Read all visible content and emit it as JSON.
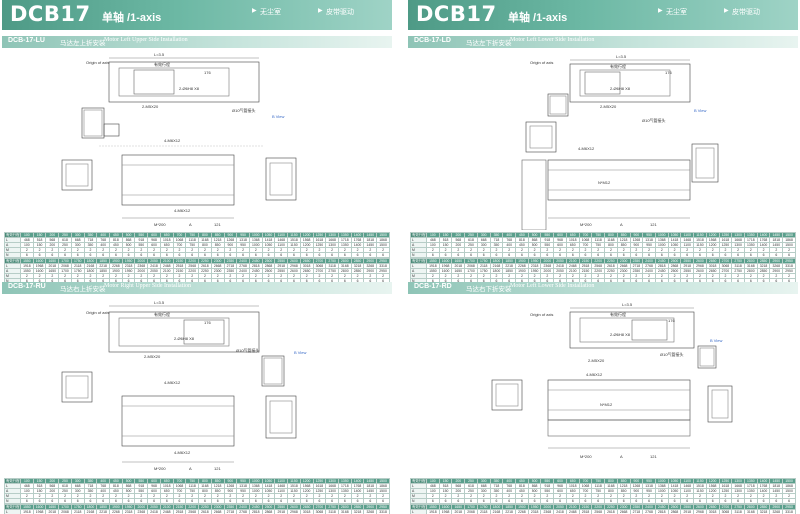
{
  "pages": [
    {
      "banner": {
        "model": "DCB17",
        "axis": "单轴 /1-axis",
        "tag1": "无尘室",
        "tag2": "皮带驱动"
      },
      "sections": [
        {
          "code": "DCB-17-LU",
          "cn": "马达左上折安装",
          "en": "Motor Left Upper Side Installation",
          "labels": {
            "origin": "Origin of axis",
            "stroke": "有效行程",
            "l": "L=3.5",
            "dim176": "176",
            "hole": "2-Ø6H8 X8",
            "motor": "2-M5X20",
            "air": "Ø10气管接头",
            "bview": "B View",
            "mp": "M*200",
            "dimA": "A",
            "dim121": "121",
            "dim1": "4-M6X12",
            "dim2": "4-M6X12"
          }
        },
        {
          "code": "DCB-17-RU",
          "cn": "马达右上折安装",
          "en": "Motor Right Upper Side Installation",
          "labels": {
            "origin": "Origin of axis",
            "stroke": "有效行程",
            "l": "L=3.5",
            "dim176": "176",
            "hole": "2-Ø6H8 X8",
            "motor": "2-M5X20",
            "air": "Ø10气管接头",
            "bview": "B View",
            "mp": "M*200",
            "dimA": "A",
            "dim121": "121",
            "dim1": "4-M6X12",
            "dim2": "4-M6X12"
          }
        }
      ]
    },
    {
      "banner": {
        "model": "DCB17",
        "axis": "单轴 /1-axis",
        "tag1": "无尘室",
        "tag2": "皮带驱动"
      },
      "sections": [
        {
          "code": "DCB-17-LD",
          "cn": "马达左下折安装",
          "en": "Motor Left Lower Side Installation",
          "labels": {
            "origin": "Origin of axis",
            "stroke": "有效行程",
            "l": "L=3.5",
            "dim176": "176",
            "hole": "2-Ø6H8 X8",
            "motor": "2-M5X20",
            "air": "Ø10气管接头",
            "bview": "B View",
            "mp": "N*M12",
            "dimA": "A",
            "dim121": "121",
            "dim1": "4-M6X12",
            "dim2": "M*200"
          }
        },
        {
          "code": "DCB-17-RD",
          "cn": "马达右下折安装",
          "en": "Motor Left Lower Side Installation",
          "labels": {
            "origin": "Origin of axis",
            "stroke": "有效行程",
            "l": "L=3.5",
            "dim176": "176",
            "hole": "2-Ø6H8 X8",
            "motor": "2-M5X20",
            "air": "Ø10气管接头",
            "bview": "B View",
            "mp": "M*200",
            "dimA": "A",
            "dim121": "121",
            "dim1": "N*M12",
            "dim2": "4-M6X12"
          }
        }
      ]
    }
  ],
  "table1": {
    "header": [
      "有效行程",
      "100",
      "150",
      "200",
      "250",
      "300",
      "350",
      "400",
      "450",
      "500",
      "550",
      "600",
      "650",
      "700",
      "750",
      "800",
      "850",
      "900",
      "950",
      "1000",
      "1050",
      "1100",
      "1150",
      "1200",
      "1250",
      "1300",
      "1350",
      "1400",
      "1450",
      "1500"
    ],
    "rows": [
      [
        "L",
        "468",
        "518",
        "568",
        "618",
        "668",
        "718",
        "768",
        "818",
        "868",
        "918",
        "968",
        "1018",
        "1068",
        "1118",
        "1168",
        "1218",
        "1268",
        "1318",
        "1368",
        "1418",
        "1468",
        "1518",
        "1568",
        "1618",
        "1668",
        "1718",
        "1768",
        "1818",
        "1868"
      ],
      [
        "A",
        "100",
        "150",
        "200",
        "250",
        "300",
        "350",
        "400",
        "450",
        "500",
        "550",
        "600",
        "650",
        "700",
        "750",
        "800",
        "850",
        "900",
        "950",
        "1000",
        "1050",
        "1100",
        "1150",
        "1200",
        "1250",
        "1300",
        "1350",
        "1400",
        "1450",
        "1500"
      ],
      [
        "M",
        "2",
        "2",
        "2",
        "2",
        "2",
        "2",
        "2",
        "2",
        "2",
        "2",
        "2",
        "2",
        "2",
        "2",
        "2",
        "2",
        "2",
        "2",
        "2",
        "2",
        "2",
        "2",
        "2",
        "2",
        "2",
        "2",
        "2",
        "2",
        "2"
      ],
      [
        "N",
        "6",
        "6",
        "6",
        "6",
        "6",
        "6",
        "6",
        "6",
        "6",
        "6",
        "6",
        "6",
        "6",
        "6",
        "6",
        "6",
        "6",
        "6",
        "6",
        "6",
        "6",
        "6",
        "6",
        "6",
        "6",
        "6",
        "6",
        "6",
        "6"
      ],
      [
        "KG",
        "7.3",
        "7.5",
        "7.8",
        "8.0",
        "8.3",
        "8.5",
        "8.8",
        "9.0",
        "9.3",
        "9.5",
        "9.8",
        "10.0",
        "10.3",
        "10.5",
        "10.8",
        "11.0",
        "11.3",
        "11.5",
        "11.8",
        "12.0",
        "12.3",
        "12.5",
        "12.8",
        "13.0",
        "13.3",
        "13.5",
        "13.8",
        "14.0",
        "14.3"
      ]
    ]
  },
  "table2": {
    "header": [
      "有效行程",
      "1550",
      "1600",
      "1650",
      "1700",
      "1750",
      "1800",
      "1850",
      "1900",
      "1950",
      "2000",
      "2050",
      "2100",
      "2150",
      "2200",
      "2250",
      "2300",
      "2350",
      "2400",
      "2450",
      "2500",
      "2550",
      "2600",
      "2650",
      "2700",
      "2750",
      "2800",
      "2850",
      "2900",
      "2950"
    ],
    "rows": [
      [
        "L",
        "1918",
        "1968",
        "2018",
        "2068",
        "2118",
        "2168",
        "2218",
        "2268",
        "2318",
        "2368",
        "2418",
        "2468",
        "2518",
        "2568",
        "2618",
        "2668",
        "2718",
        "2768",
        "2818",
        "2868",
        "2918",
        "2968",
        "3018",
        "3068",
        "3118",
        "3168",
        "3218",
        "3268",
        "3318"
      ],
      [
        "A",
        "1550",
        "1600",
        "1650",
        "1700",
        "1750",
        "1800",
        "1850",
        "1900",
        "1950",
        "2000",
        "2050",
        "2100",
        "2150",
        "2200",
        "2250",
        "2300",
        "2350",
        "2400",
        "2450",
        "2500",
        "2550",
        "2600",
        "2650",
        "2700",
        "2750",
        "2800",
        "2850",
        "2900",
        "2950"
      ],
      [
        "M",
        "2",
        "2",
        "2",
        "2",
        "2",
        "2",
        "2",
        "2",
        "2",
        "2",
        "2",
        "2",
        "2",
        "2",
        "2",
        "2",
        "2",
        "2",
        "2",
        "2",
        "2",
        "2",
        "2",
        "2",
        "2",
        "2",
        "2",
        "2",
        "2"
      ],
      [
        "N",
        "6",
        "6",
        "6",
        "6",
        "6",
        "6",
        "6",
        "6",
        "6",
        "6",
        "6",
        "6",
        "6",
        "6",
        "6",
        "6",
        "6",
        "6",
        "6",
        "6",
        "6",
        "6",
        "6",
        "6",
        "6",
        "6",
        "6",
        "6",
        "6"
      ],
      [
        "KG",
        "14.5",
        "14.8",
        "15.0",
        "15.3",
        "15.5",
        "15.8",
        "16.0",
        "16.3",
        "16.5",
        "16.8",
        "17.0",
        "17.3",
        "17.5",
        "17.8",
        "18.0",
        "18.3",
        "18.5",
        "18.8",
        "19.0",
        "19.3",
        "19.5",
        "19.8",
        "20.0",
        "20.3",
        "20.5",
        "20.8",
        "21.0",
        "21.3",
        "21.5"
      ]
    ]
  }
}
